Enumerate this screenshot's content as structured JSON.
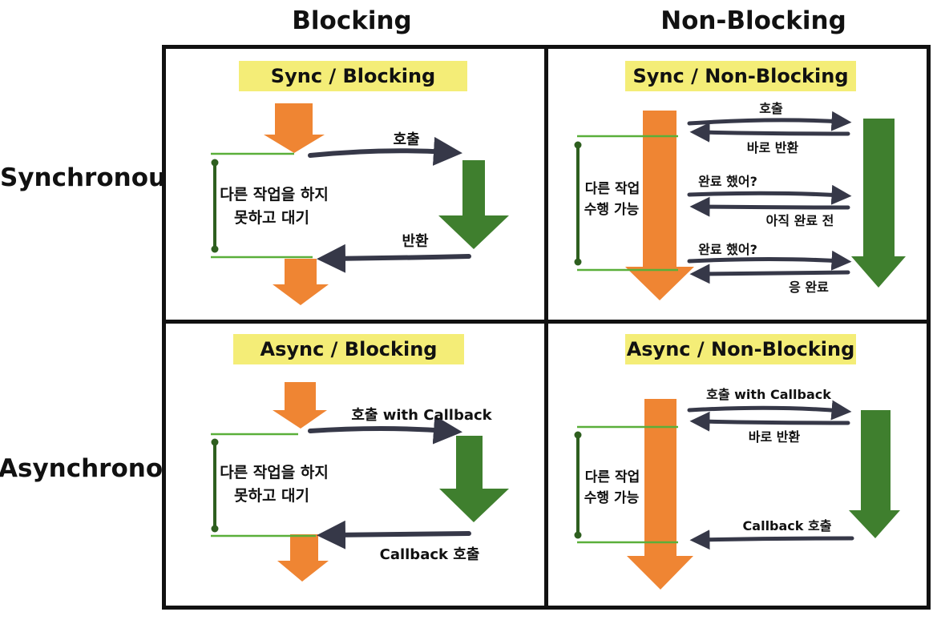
{
  "columns": {
    "blocking": "Blocking",
    "non_blocking": "Non-Blocking"
  },
  "rows": {
    "synchronous": "Synchronous",
    "asynchronous": "Asynchronous"
  },
  "colors": {
    "caller": "#ef8533",
    "callee": "#3f7f2e",
    "arrow": "#363848",
    "bracket": "#5aaf3a",
    "title_bg": "#f4ed77"
  },
  "quadrants": {
    "sync_blocking": {
      "title": "Sync / Blocking",
      "call": "호출",
      "return": "반환",
      "wait_line1": "다른 작업을 하지",
      "wait_line2": "못하고 대기"
    },
    "sync_nonblocking": {
      "title": "Sync / Non-Blocking",
      "call": "호출",
      "immediate_return": "바로 반환",
      "ask1": "완료 했어?",
      "reply1": "아직 완료 전",
      "ask2": "완료 했어?",
      "reply2": "응 완료",
      "work_line1": "다른 작업",
      "work_line2": "수행 가능"
    },
    "async_blocking": {
      "title": "Async / Blocking",
      "call": "호출 with Callback",
      "callback": "Callback 호출",
      "wait_line1": "다른 작업을 하지",
      "wait_line2": "못하고 대기"
    },
    "async_nonblocking": {
      "title": "Async / Non-Blocking",
      "call": "호출 with Callback",
      "immediate_return": "바로 반환",
      "callback": "Callback 호출",
      "work_line1": "다른 작업",
      "work_line2": "수행 가능"
    }
  }
}
